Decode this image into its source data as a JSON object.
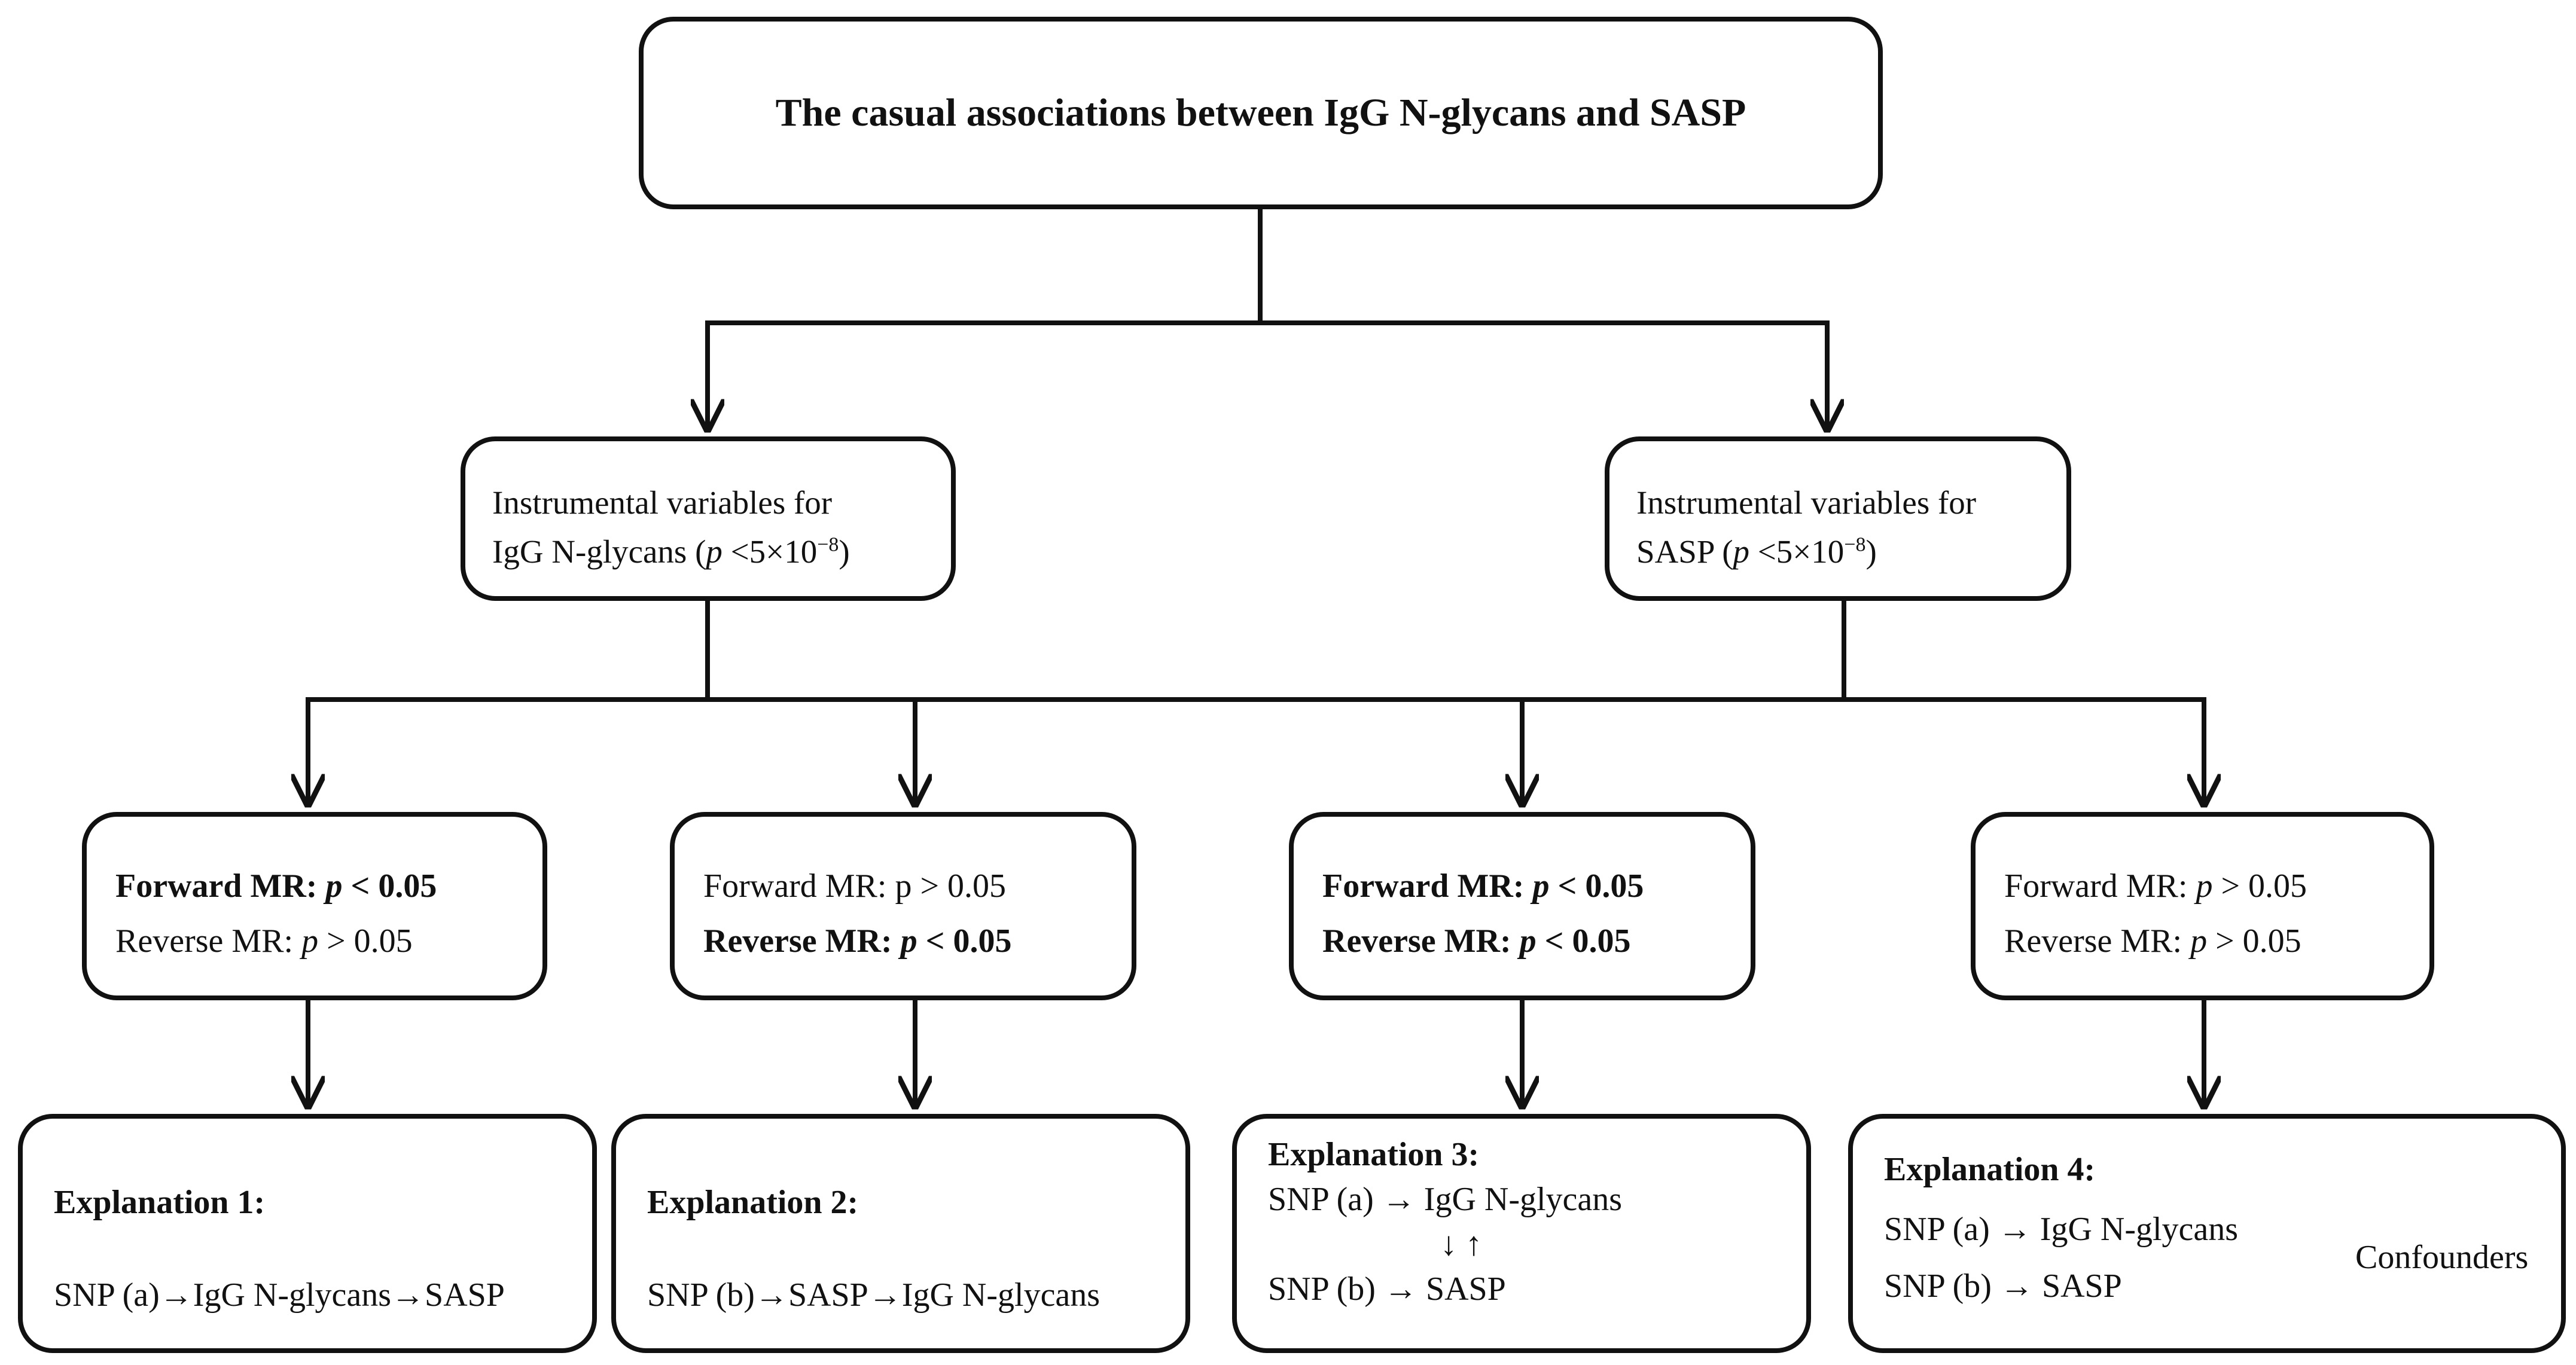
{
  "title": "The casual associations between IgG N-glycans and SASP",
  "instruments": {
    "left": {
      "line1": "Instrumental variables for",
      "line2_text": "IgG N-glycans (",
      "p": "p",
      "lt": " <5×10",
      "exp": "−8",
      "close": ")"
    },
    "right": {
      "line1": "Instrumental variables for",
      "line2_text": "SASP (",
      "p": "p",
      "lt": " <5×10",
      "exp": "−8",
      "close": ")"
    }
  },
  "mr": {
    "box1": {
      "fwd_label": "Forward MR: ",
      "fwd_p": "p",
      "fwd_val": " < 0.05",
      "rev_label": "Reverse MR:  ",
      "rev_p": "p",
      "rev_val": " > 0.05"
    },
    "box2": {
      "fwd_label": "Forward MR: ",
      "fwd_p": "p",
      "fwd_val": " > 0.05",
      "rev_label": "Reverse MR:  ",
      "rev_p": "p",
      "rev_val": " < 0.05"
    },
    "box3": {
      "fwd_label": "Forward MR: ",
      "fwd_p": "p",
      "fwd_val": " < 0.05",
      "rev_label": "Reverse MR: ",
      "rev_p": "p",
      "rev_val": " < 0.05"
    },
    "box4": {
      "fwd_label": "Forward MR: ",
      "fwd_p": "p",
      "fwd_val": " > 0.05",
      "rev_label": "Reverse MR: ",
      "rev_p": "p",
      "rev_val": " > 0.05"
    }
  },
  "explanations": {
    "e1": {
      "head": "Explanation 1:",
      "text": "SNP (a)→IgG N-glycans→SASP"
    },
    "e2": {
      "head": "Explanation 2:",
      "text": "SNP (b)→SASP→IgG N-glycans"
    },
    "e3": {
      "head": "Explanation 3:",
      "line1": "SNP (a) → IgG N-glycans",
      "arrows": "↓ ↑",
      "line2": "SNP (b) → SASP"
    },
    "e4": {
      "head": "Explanation 4:",
      "line1": "SNP (a) → IgG N-glycans",
      "line2": "SNP (b) → SASP",
      "confounders": "Confounders"
    }
  }
}
